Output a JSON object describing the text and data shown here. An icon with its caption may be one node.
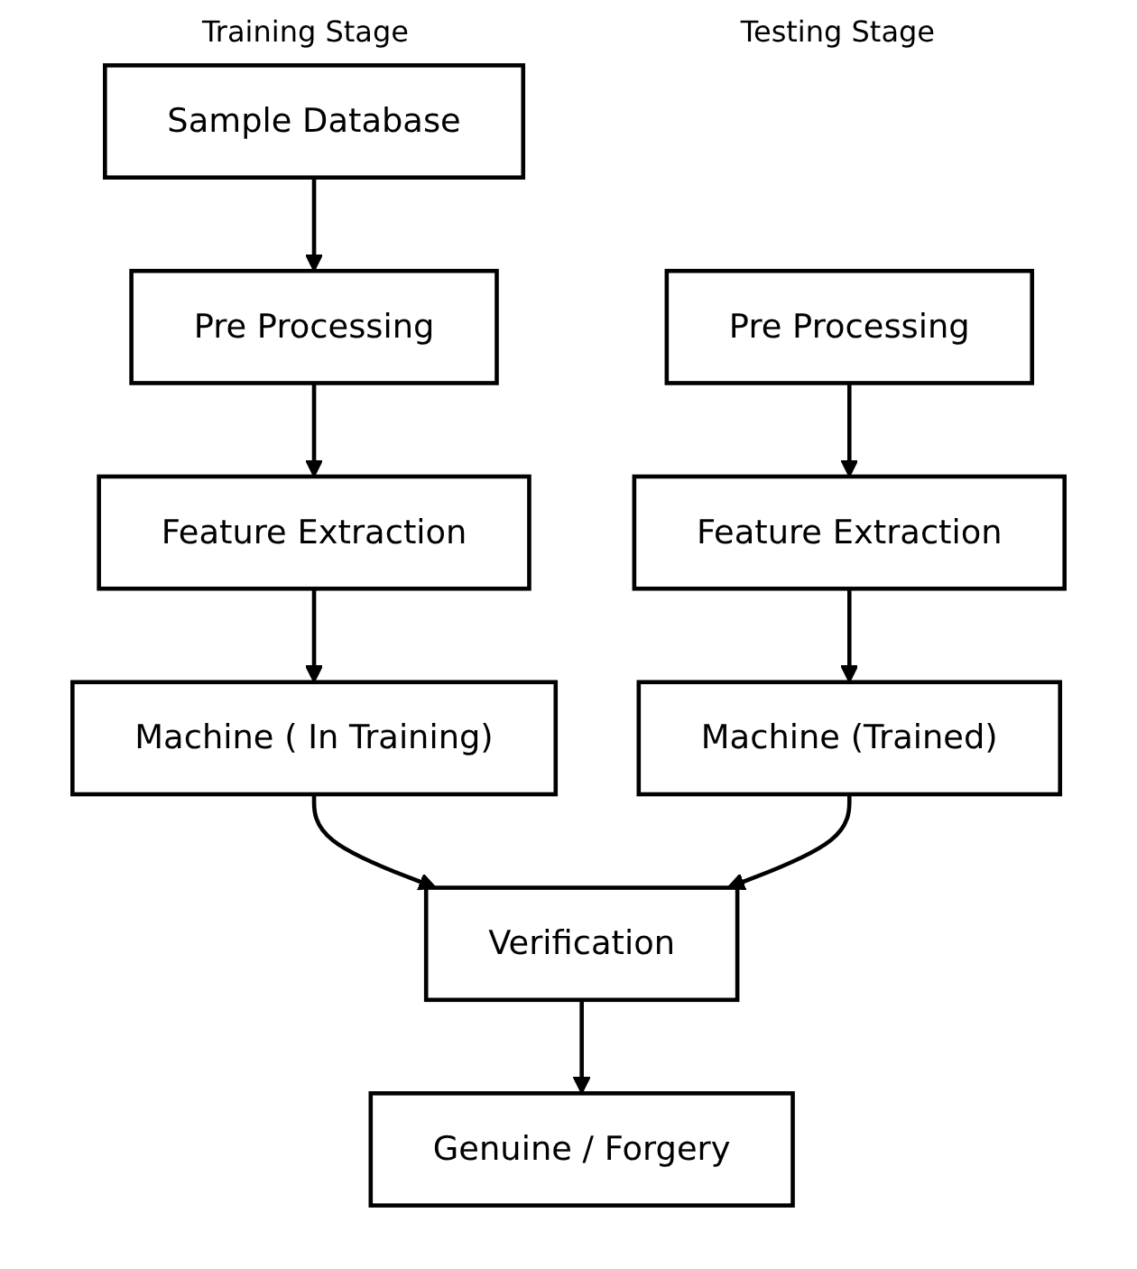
{
  "diagram": {
    "nodes": [
      {
        "text": [
          "Sample Database"
        ]
      },
      {
        "text": [
          "Pre Processing"
        ]
      },
      {
        "text": [
          "Feature Extraction"
        ]
      },
      {
        "text": [
          "Machine ( In Training)"
        ]
      },
      {
        "text": [
          "Pre Processing"
        ]
      },
      {
        "text": [
          "Feature Extraction"
        ]
      },
      {
        "text": [
          "Machine (Trained)"
        ]
      },
      {
        "text": [
          "Verification"
        ]
      },
      {
        "text": [
          "Genuine / Forgery"
        ]
      }
    ],
    "edges": [
      {
        "from": 0,
        "to": 1,
        "arrow": "to"
      },
      {
        "from": 1,
        "to": 2,
        "arrow": "to"
      },
      {
        "from": 2,
        "to": 3,
        "arrow": "to"
      },
      {
        "from": 4,
        "to": 5,
        "arrow": "to"
      },
      {
        "from": 5,
        "to": 6,
        "arrow": "to"
      },
      {
        "from": 3,
        "to": 7,
        "arrow": "to"
      },
      {
        "from": 6,
        "to": 7,
        "arrow": "to"
      },
      {
        "from": 7,
        "to": 8,
        "arrow": "to"
      }
    ],
    "labels": [
      "Training Stage",
      "Testing Stage"
    ]
  }
}
